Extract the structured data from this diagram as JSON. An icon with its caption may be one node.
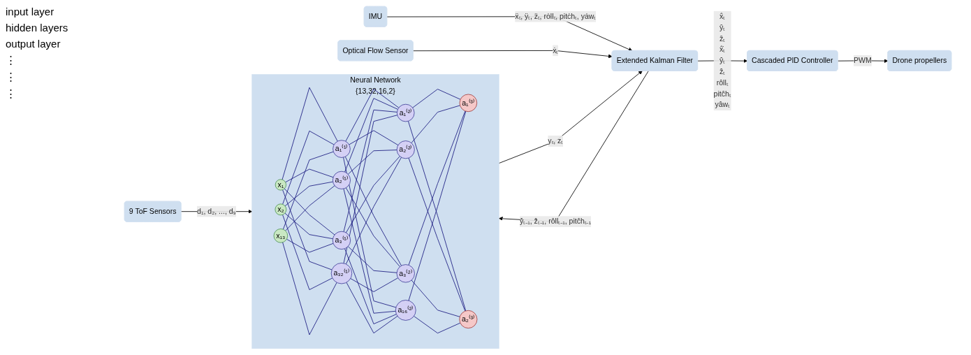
{
  "diagram": {
    "nodes": [
      {
        "text": [
          "9 ToF Sensors"
        ]
      },
      {
        "text": [
          "IMU"
        ]
      },
      {
        "text": [
          "Optical Flow Sensor"
        ]
      },
      {
        "text": [
          "Neural Network",
          "{13,32,16,2}"
        ]
      },
      {
        "text": [
          "x₁"
        ],
        "in": 3
      },
      {
        "text": [
          "x₂"
        ],
        "in": 3
      },
      {
        "text": [
          "x₁₃"
        ],
        "in": 3
      },
      {
        "text": [
          "a₁⁽¹⁾"
        ],
        "in": 3
      },
      {
        "text": [
          "a₂⁽¹⁾"
        ],
        "in": 3
      },
      {
        "text": [
          "a₃⁽¹⁾"
        ],
        "in": 3
      },
      {
        "text": [
          "a₃₂⁽¹⁾"
        ],
        "in": 3
      },
      {
        "text": [
          "a₁⁽²⁾"
        ],
        "in": 3
      },
      {
        "text": [
          "a₂⁽²⁾"
        ],
        "in": 3
      },
      {
        "text": [
          "a₃⁽²⁾"
        ],
        "in": 3
      },
      {
        "text": [
          "a₁₆⁽²⁾"
        ],
        "in": 3
      },
      {
        "text": [
          "a₁⁽³⁾"
        ],
        "in": 3
      },
      {
        "text": [
          "a₂⁽³⁾"
        ],
        "in": 3
      },
      {
        "text": [
          "Extended Kalman Filter"
        ]
      },
      {
        "text": [
          "Cascaded PID Controller"
        ]
      },
      {
        "text": [
          "Drone propellers"
        ]
      }
    ],
    "edges": [
      {
        "from": 0,
        "to": 3,
        "arrow": "to",
        "label": "d₁, d₂, ..., d₉",
        "color": "#000000"
      },
      {
        "from": 3,
        "to": 17,
        "arrow": "to",
        "label": "yₜ, zₜ",
        "color": "#000000"
      },
      {
        "from": 17,
        "to": 3,
        "arrow": "to",
        "label": "ŷ̇ₜ₋₁, ẑ̇ₜ₋₁, rôllₜ₋₁, pitĉhₜ₋₁",
        "color": "#000000"
      },
      {
        "from": 1,
        "to": 17,
        "arrow": "to",
        "label": "ẍₜ, ÿₜ, z̈ₜ, rȯllₜ, pitċhₜ, yȧwₜ",
        "color": "#000000"
      },
      {
        "from": 2,
        "to": 17,
        "arrow": "to",
        "label": "ẋₜ",
        "color": "#000000"
      },
      {
        "from": 17,
        "to": 18,
        "arrow": "to",
        "label": "x̂ₜ ŷₜ ẑₜ x̂̇ₜ ŷ̇ₜ ẑ̇ₜ rôllₜ pitĉhₜ yâwₜ",
        "color": "#000000"
      },
      {
        "from": 18,
        "to": 19,
        "arrow": "to",
        "label": "PWM",
        "color": "#000000"
      },
      {
        "from": 4,
        "to": 7,
        "arrow": "none"
      },
      {
        "from": 4,
        "to": 8,
        "arrow": "none"
      },
      {
        "from": 4,
        "to": 9,
        "arrow": "none"
      },
      {
        "from": 4,
        "to": 10,
        "arrow": "none"
      },
      {
        "from": 5,
        "to": 7,
        "arrow": "none"
      },
      {
        "from": 5,
        "to": 8,
        "arrow": "none"
      },
      {
        "from": 5,
        "to": 9,
        "arrow": "none"
      },
      {
        "from": 5,
        "to": 10,
        "arrow": "none"
      },
      {
        "from": 6,
        "to": 7,
        "arrow": "none"
      },
      {
        "from": 6,
        "to": 8,
        "arrow": "none"
      },
      {
        "from": 6,
        "to": 9,
        "arrow": "none"
      },
      {
        "from": 6,
        "to": 10,
        "arrow": "none"
      },
      {
        "from": 7,
        "to": 11,
        "arrow": "none"
      },
      {
        "from": 7,
        "to": 12,
        "arrow": "none"
      },
      {
        "from": 7,
        "to": 13,
        "arrow": "none"
      },
      {
        "from": 7,
        "to": 14,
        "arrow": "none"
      },
      {
        "from": 8,
        "to": 11,
        "arrow": "none"
      },
      {
        "from": 8,
        "to": 12,
        "arrow": "none"
      },
      {
        "from": 8,
        "to": 13,
        "arrow": "none"
      },
      {
        "from": 8,
        "to": 14,
        "arrow": "none"
      },
      {
        "from": 9,
        "to": 11,
        "arrow": "none"
      },
      {
        "from": 9,
        "to": 12,
        "arrow": "none"
      },
      {
        "from": 9,
        "to": 13,
        "arrow": "none"
      },
      {
        "from": 9,
        "to": 14,
        "arrow": "none"
      },
      {
        "from": 10,
        "to": 11,
        "arrow": "none"
      },
      {
        "from": 10,
        "to": 12,
        "arrow": "none"
      },
      {
        "from": 10,
        "to": 13,
        "arrow": "none"
      },
      {
        "from": 10,
        "to": 14,
        "arrow": "none"
      },
      {
        "from": 11,
        "to": 15,
        "arrow": "none"
      },
      {
        "from": 11,
        "to": 16,
        "arrow": "none"
      },
      {
        "from": 12,
        "to": 15,
        "arrow": "none"
      },
      {
        "from": 12,
        "to": 16,
        "arrow": "none"
      },
      {
        "from": 13,
        "to": 15,
        "arrow": "none"
      },
      {
        "from": 13,
        "to": 16,
        "arrow": "none"
      },
      {
        "from": 14,
        "to": 15,
        "arrow": "none"
      },
      {
        "from": 14,
        "to": 16,
        "arrow": "none"
      }
    ],
    "labels": [
      "input layer",
      "hidden layers",
      "output layer",
      "⋮",
      "⋮",
      "⋮"
    ]
  }
}
